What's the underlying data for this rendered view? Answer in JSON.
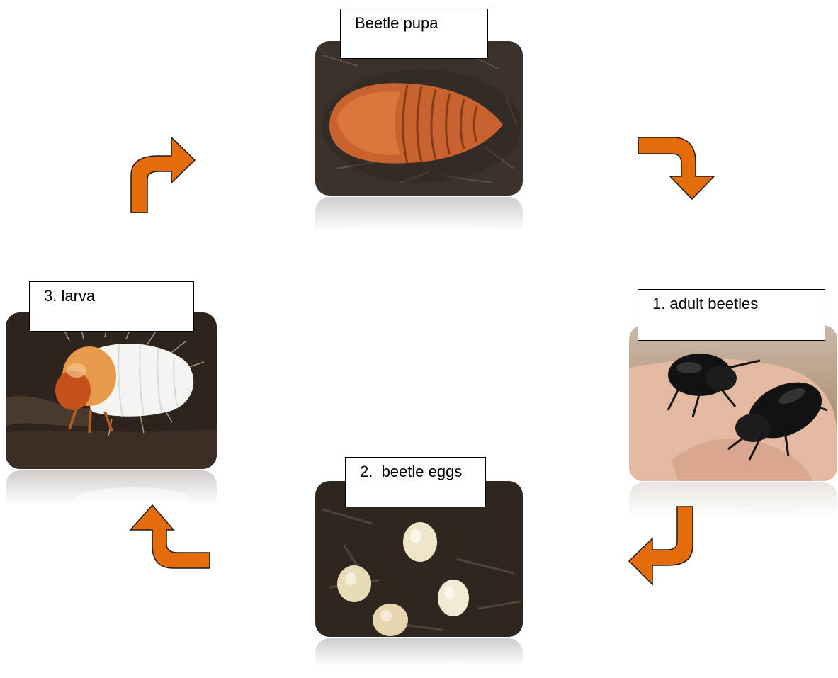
{
  "stages": {
    "pupa": {
      "label": "Beetle pupa",
      "icon": "pupa-photo"
    },
    "adult": {
      "label": "1. adult beetles",
      "icon": "adult-beetles-photo"
    },
    "eggs": {
      "label": "2.  beetle eggs",
      "icon": "beetle-eggs-photo"
    },
    "larva": {
      "label": "3. larva",
      "icon": "larva-photo"
    }
  },
  "colors": {
    "arrow_fill": "#e46c0a",
    "arrow_stroke": "#1a1a1a",
    "soil": "#3b2f27"
  }
}
